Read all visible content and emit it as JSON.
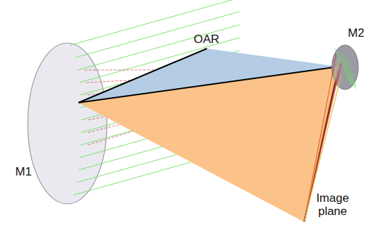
{
  "diagram": {
    "labels": [
      "OAR",
      "M2",
      "M1",
      "Image plane"
    ]
  }
}
